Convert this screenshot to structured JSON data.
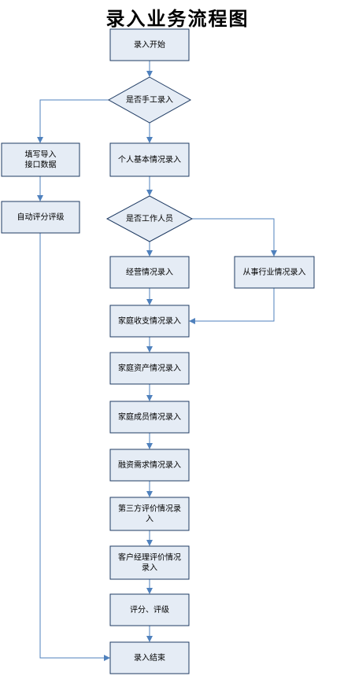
{
  "title": "录入业务流程图",
  "colors": {
    "box_fill": "#e5ecf5",
    "box_stroke": "#1f3b63",
    "arrow": "#4f81bd"
  },
  "nodes": {
    "start": [
      "录入开始"
    ],
    "q_manual": [
      "是否手工录入"
    ],
    "import_interface": [
      "填写导入",
      "接口数据"
    ],
    "personal_basic": [
      "个人基本情况录入"
    ],
    "auto_rating": [
      "自动评分评级"
    ],
    "q_employee": [
      "是否工作人员"
    ],
    "business_info": [
      "经营情况录入"
    ],
    "occupation_info": [
      "从事行业情况录入"
    ],
    "family_income": [
      "家庭收支情况录入"
    ],
    "family_assets": [
      "家庭资产情况录入"
    ],
    "family_members": [
      "家庭成员情况录入"
    ],
    "financing_needs": [
      "融资需求情况录入"
    ],
    "third_party": [
      "第三方评价情况录",
      "入"
    ],
    "manager_eval": [
      "客户经理评价情况",
      "录入"
    ],
    "scoring": [
      "评分、评级"
    ],
    "end": [
      "录入结束"
    ]
  }
}
